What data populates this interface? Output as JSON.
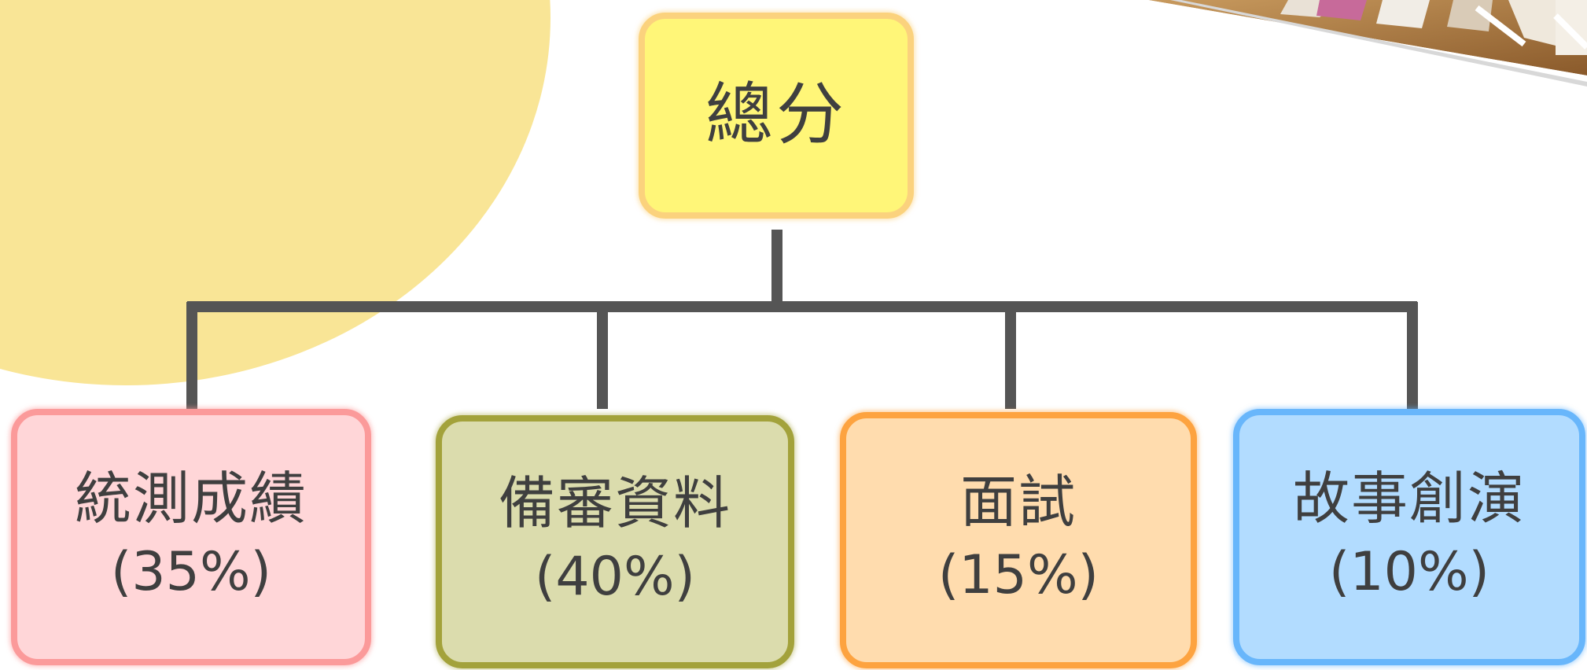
{
  "diagram": {
    "root": {
      "label": "總分"
    },
    "children": [
      {
        "label": "統測成績",
        "percent": "(35%)"
      },
      {
        "label": "備審資料",
        "percent": "(40%)"
      },
      {
        "label": "面試",
        "percent": "(15%)"
      },
      {
        "label": "故事創演",
        "percent": "(10%)"
      }
    ]
  },
  "colors": {
    "background": "#ffffff",
    "decor_circle": "#f9e596",
    "connector": "#555555",
    "root_fill": "#fff678",
    "child_fills": [
      "#ffd6d8",
      "#dbdcad",
      "#ffdcae",
      "#b2dcff"
    ]
  }
}
